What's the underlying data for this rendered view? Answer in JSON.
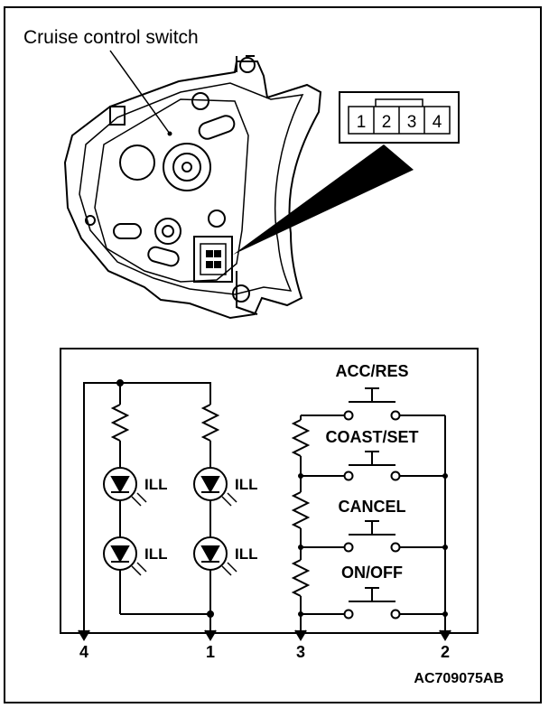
{
  "caption": "Cruise control switch",
  "connector_pins": [
    "1",
    "2",
    "3",
    "4"
  ],
  "switches": [
    "ACC/RES",
    "COAST/SET",
    "CANCEL",
    "ON/OFF"
  ],
  "led_label": "ILL",
  "terminals": [
    "4",
    "1",
    "3",
    "2"
  ],
  "figure_code": "AC709075AB"
}
